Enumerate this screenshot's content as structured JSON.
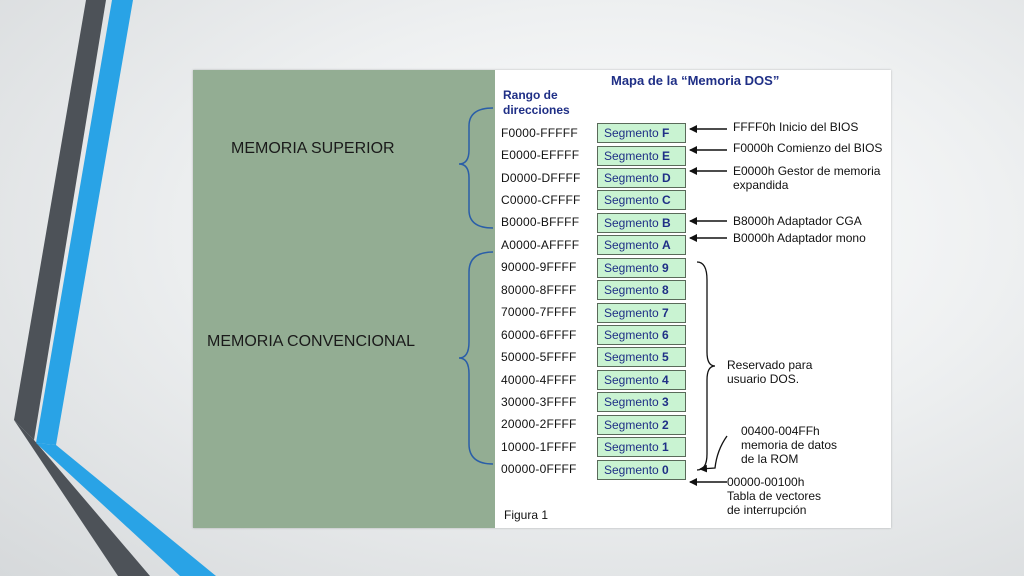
{
  "slide": {
    "upper_label": "MEMORIA SUPERIOR",
    "conventional_label": "MEMORIA  CONVENCIONAL"
  },
  "figure": {
    "title": "Mapa de la “Memoria DOS”",
    "range_header_line1": "Rango de",
    "range_header_line2": "direcciones",
    "caption": "Figura 1",
    "rows": [
      {
        "range": "F0000-FFFFF",
        "segment": "Segmento",
        "letter": "F"
      },
      {
        "range": "E0000-EFFFF",
        "segment": "Segmento",
        "letter": "E"
      },
      {
        "range": "D0000-DFFFF",
        "segment": "Segmento",
        "letter": "D"
      },
      {
        "range": "C0000-CFFFF",
        "segment": "Segmento",
        "letter": "C"
      },
      {
        "range": "B0000-BFFFF",
        "segment": "Segmento",
        "letter": "B"
      },
      {
        "range": "A0000-AFFFF",
        "segment": "Segmento",
        "letter": "A"
      },
      {
        "range": "90000-9FFFF",
        "segment": "Segmento",
        "letter": "9"
      },
      {
        "range": "80000-8FFFF",
        "segment": "Segmento",
        "letter": "8"
      },
      {
        "range": "70000-7FFFF",
        "segment": "Segmento",
        "letter": "7"
      },
      {
        "range": "60000-6FFFF",
        "segment": "Segmento",
        "letter": "6"
      },
      {
        "range": "50000-5FFFF",
        "segment": "Segmento",
        "letter": "5"
      },
      {
        "range": "40000-4FFFF",
        "segment": "Segmento",
        "letter": "4"
      },
      {
        "range": "30000-3FFFF",
        "segment": "Segmento",
        "letter": "3"
      },
      {
        "range": "20000-2FFFF",
        "segment": "Segmento",
        "letter": "2"
      },
      {
        "range": "10000-1FFFF",
        "segment": "Segmento",
        "letter": "1"
      },
      {
        "range": "00000-0FFFF",
        "segment": "Segmento",
        "letter": "0"
      }
    ],
    "notes": {
      "bios_start": "FFFF0h Inicio del BIOS",
      "bios_begin": "F0000h Comienzo del BIOS",
      "ems_line1": "E0000h Gestor de memoria",
      "ems_line2": "expandida",
      "cga": "B8000h Adaptador CGA",
      "mono": "B0000h Adaptador mono",
      "dos_line1": "Reservado para",
      "dos_line2": "usuario DOS.",
      "rom_line1": "00400-004FFh",
      "rom_line2": "memoria de datos",
      "rom_line3": "de la ROM",
      "ivt_line1": "00000-00100h",
      "ivt_line2": "Tabla de vectores",
      "ivt_line3": "de interrupción"
    }
  },
  "colors": {
    "panel_green": "#93ad93",
    "segment_fill": "#c9f3d2",
    "title_blue": "#1f2f86",
    "stripe_blue": "#29a3e6",
    "stripe_gray": "#555a60"
  }
}
